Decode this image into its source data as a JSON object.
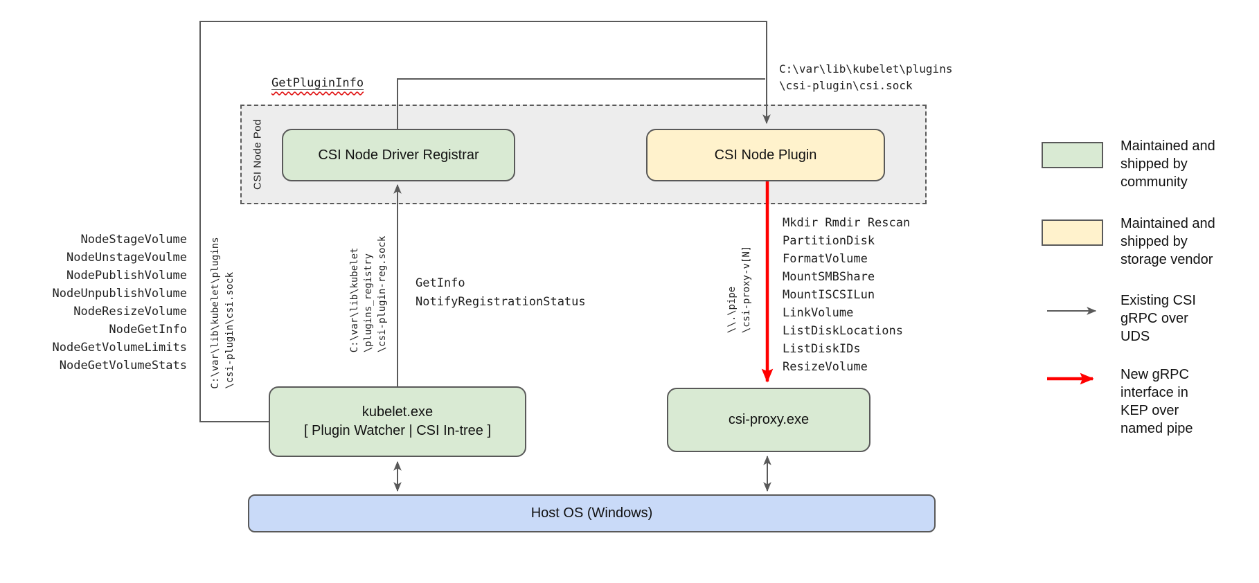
{
  "colors": {
    "community-green": "#d9ead3",
    "vendor-yellow": "#fff2cc",
    "host-blue": "#c9daf8",
    "line-gray": "#595959",
    "new-rpc-red": "#ff0000",
    "pod-gray": "#ededed"
  },
  "boxes": {
    "pod_label": "CSI Node Pod",
    "registrar": "CSI Node Driver Registrar",
    "plugin": "CSI Node Plugin",
    "kubelet": "kubelet.exe\n[ Plugin Watcher | CSI In-tree ]",
    "csi_proxy": "csi-proxy.exe",
    "host_os": "Host OS (Windows)"
  },
  "labels": {
    "get_plugin_info": "GetPluginInfo",
    "csi_sock_top": "C:\\var\\lib\\kubelet\\plugins\n\\csi-plugin\\csi.sock",
    "csi_sock_left": "C:\\var\\lib\\kubelet\\plugins\n\\csi-plugin\\csi.sock",
    "registry_sock": "C:\\var\\lib\\kubelet\n\\plugins_registry\n\\csi-plugin-reg.sock",
    "named_pipe": "\\\\.\\pipe\n\\csi-proxy-v[N]"
  },
  "lists": {
    "node_methods": [
      "NodeStageVolume",
      "NodeUnstageVoulme",
      "NodePublishVolume",
      "NodeUnpublishVolume",
      "NodeResizeVolume",
      "NodeGetInfo",
      "NodeGetVolumeLimits",
      "NodeGetVolumeStats"
    ],
    "registration_methods": [
      "GetInfo",
      "NotifyRegistrationStatus"
    ],
    "proxy_methods": [
      "Mkdir Rmdir Rescan",
      "PartitionDisk",
      "FormatVolume",
      "MountSMBShare",
      "MountISCSILun",
      "LinkVolume",
      "ListDiskLocations",
      "ListDiskIDs",
      "ResizeVolume"
    ]
  },
  "legend": {
    "community": "Maintained and\nshipped by\ncommunity",
    "vendor": "Maintained and\nshipped by\nstorage vendor",
    "existing_grpc": "Existing CSI\ngRPC over\nUDS",
    "new_grpc": "New gRPC\ninterface in\nKEP over\nnamed pipe"
  }
}
